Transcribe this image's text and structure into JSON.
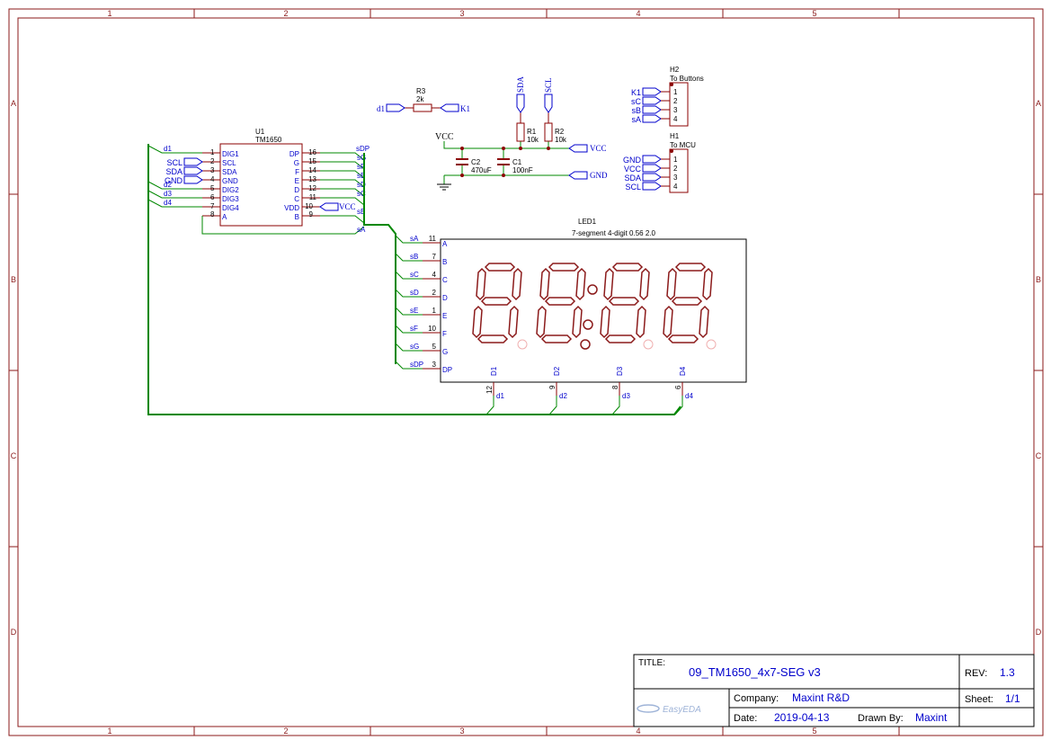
{
  "frame": {
    "columns": [
      "1",
      "2",
      "3",
      "4",
      "5"
    ],
    "rows": [
      "A",
      "B",
      "C",
      "D"
    ]
  },
  "u1": {
    "designator": "U1",
    "part": "TM1650",
    "left_pins": [
      {
        "num": "1",
        "name": "DIG1",
        "net": "d1"
      },
      {
        "num": "2",
        "name": "SCL",
        "net": "SCL"
      },
      {
        "num": "3",
        "name": "SDA",
        "net": "SDA"
      },
      {
        "num": "4",
        "name": "GND",
        "net": "GND"
      },
      {
        "num": "5",
        "name": "DIG2",
        "net": "d2"
      },
      {
        "num": "6",
        "name": "DIG3",
        "net": "d3"
      },
      {
        "num": "7",
        "name": "DIG4",
        "net": "d4"
      },
      {
        "num": "8",
        "name": "A",
        "net": ""
      }
    ],
    "right_pins": [
      {
        "num": "16",
        "name": "DP",
        "net": "sDP"
      },
      {
        "num": "15",
        "name": "G",
        "net": "sG"
      },
      {
        "num": "14",
        "name": "F",
        "net": "sF"
      },
      {
        "num": "13",
        "name": "E",
        "net": "sE"
      },
      {
        "num": "12",
        "name": "D",
        "net": "sD"
      },
      {
        "num": "11",
        "name": "C",
        "net": "sC"
      },
      {
        "num": "10",
        "name": "VDD",
        "net": "VCC"
      },
      {
        "num": "9",
        "name": "B",
        "net": "sB"
      }
    ],
    "extra_net": "sA"
  },
  "r3": {
    "designator": "R3",
    "value": "2k",
    "left_net": "d1",
    "right_net": "K1"
  },
  "r1": {
    "designator": "R1",
    "value": "10k",
    "net": "SDA"
  },
  "r2": {
    "designator": "R2",
    "value": "10k",
    "net": "SCL"
  },
  "c2": {
    "designator": "C2",
    "value": "470uF"
  },
  "c1": {
    "designator": "C1",
    "value": "100nF"
  },
  "power": {
    "vcc": "VCC",
    "vcc_port": "VCC",
    "gnd_port": "GND"
  },
  "h2": {
    "designator": "H2",
    "description": "To Buttons",
    "pins": [
      {
        "num": "1",
        "net": "K1"
      },
      {
        "num": "2",
        "net": "sC"
      },
      {
        "num": "3",
        "net": "sB"
      },
      {
        "num": "4",
        "net": "sA"
      }
    ]
  },
  "h1": {
    "designator": "H1",
    "description": "To MCU",
    "pins": [
      {
        "num": "1",
        "net": "GND"
      },
      {
        "num": "2",
        "net": "VCC"
      },
      {
        "num": "3",
        "net": "SDA"
      },
      {
        "num": "4",
        "net": "SCL"
      }
    ]
  },
  "led1": {
    "designator": "LED1",
    "part": "7-segment 4-digit 0.56 2.0",
    "seg_pins": [
      {
        "net": "sA",
        "num": "11",
        "name": "A"
      },
      {
        "net": "sB",
        "num": "7",
        "name": "B"
      },
      {
        "net": "sC",
        "num": "4",
        "name": "C"
      },
      {
        "net": "sD",
        "num": "2",
        "name": "D"
      },
      {
        "net": "sE",
        "num": "1",
        "name": "E"
      },
      {
        "net": "sF",
        "num": "10",
        "name": "F"
      },
      {
        "net": "sG",
        "num": "5",
        "name": "G"
      },
      {
        "net": "sDP",
        "num": "3",
        "name": "DP"
      }
    ],
    "digit_pins": [
      {
        "name": "D1",
        "num": "12",
        "net": "d1"
      },
      {
        "name": "D2",
        "num": "9",
        "net": "d2"
      },
      {
        "name": "D3",
        "num": "8",
        "net": "d3"
      },
      {
        "name": "D4",
        "num": "6",
        "net": "d4"
      }
    ]
  },
  "title_block": {
    "title_label": "TITLE:",
    "title": "09_TM1650_4x7-SEG v3",
    "rev_label": "REV:",
    "rev": "1.3",
    "company_label": "Company:",
    "company": "Maxint R&D",
    "sheet_label": "Sheet:",
    "sheet": "1/1",
    "date_label": "Date:",
    "date": "2019-04-13",
    "drawn_label": "Drawn By:",
    "drawn_by": "Maxint",
    "logo_text": "EasyEDA"
  },
  "colors": {
    "frame": "#8b1a1a",
    "wire": "#008800",
    "symbol": "#8b0000",
    "label": "#0000cc",
    "text": "#000000"
  }
}
